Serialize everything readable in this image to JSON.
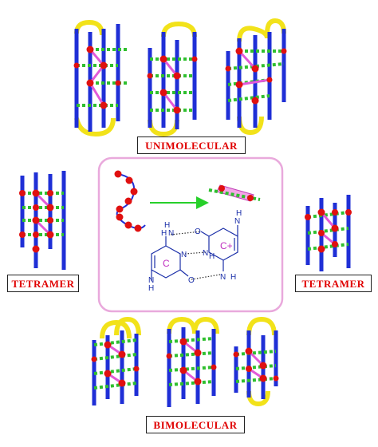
{
  "labels": {
    "unimolecular": "UNIMOLECULAR",
    "tetramer_left": "TETRAMER",
    "tetramer_right": "TETRAMER",
    "bimolecular": "BIMOLECULAR"
  },
  "center": {
    "base_left": "C",
    "base_right": "C+",
    "atoms": {
      "h": "H",
      "n": "N",
      "o": "O"
    }
  },
  "colors": {
    "strand": "#1f2fd6",
    "loop": "#f2e21a",
    "base": "#e01010",
    "hbond": "#2fbf2f",
    "stack": "#e25ad8",
    "frame": "#e9a9dc",
    "arrow": "#27d02a",
    "label_text": "#e00000"
  }
}
